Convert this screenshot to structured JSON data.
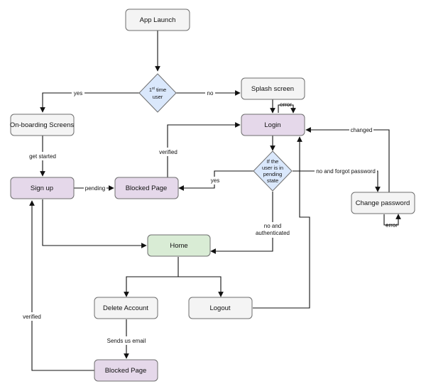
{
  "colors": {
    "node_default": "#f4f4f4",
    "node_purple": "#e5d8ea",
    "node_green": "#d9ecd5",
    "decision": "#dae8fc",
    "stroke": "#6e6e6e",
    "edge": "#111111"
  },
  "nodes": {
    "app_launch": "App Launch",
    "splash": "Splash screen",
    "onboarding": "On-boarding Screens",
    "login": "Login",
    "signup": "Sign up",
    "blocked_page_top": "Blocked Page",
    "change_password": "Change password",
    "home": "Home",
    "delete_account": "Delete Account",
    "logout": "Logout",
    "blocked_page_bottom": "Blocked Page"
  },
  "decisions": {
    "first_time": {
      "pre": "1",
      "sup": "st",
      "post": " time",
      "line2": "user"
    },
    "pending": {
      "lines": [
        "If the",
        "user is in",
        "pending",
        "state"
      ]
    }
  },
  "edge_labels": {
    "yes_onboarding": "yes",
    "no_splash": "no",
    "error_login": "error",
    "get_started": "get started",
    "verified_top": "verified",
    "changed": "changed",
    "yes_blocked": "yes",
    "no_forgot": "no and forgot password",
    "pending": "pending",
    "no_authenticated_1": "no  and",
    "no_authenticated_2": "authenticated",
    "error_change": "error",
    "sends_email": "Sends us email",
    "verified_left": "verified"
  }
}
